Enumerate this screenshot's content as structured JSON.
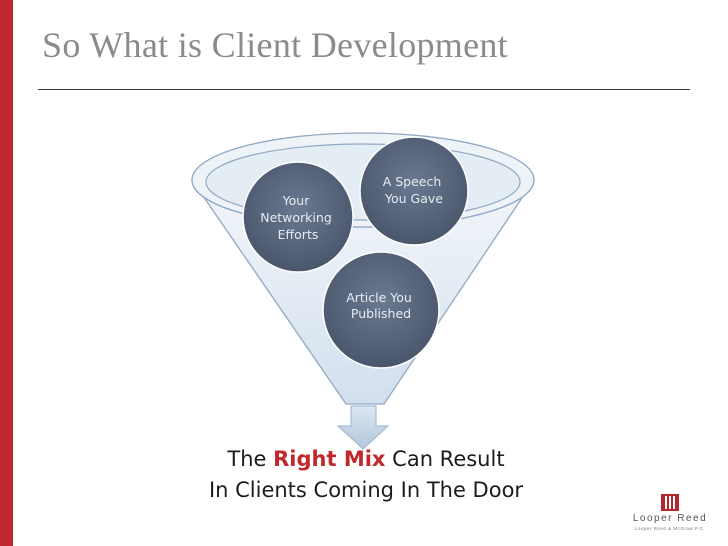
{
  "slide": {
    "title": "So What is Client Development"
  },
  "funnel": {
    "circles": [
      {
        "lines": [
          "A Speech",
          "You Gave"
        ]
      },
      {
        "lines": [
          "Your",
          "Networking",
          "Efforts"
        ]
      },
      {
        "lines": [
          "Article You",
          "Published"
        ]
      }
    ],
    "caption": {
      "line1_pre": "The ",
      "line1_highlight": "Right Mix",
      "line1_post": " Can Result",
      "line2": "In Clients Coming In The Door"
    }
  },
  "logo": {
    "name": "Looper Reed",
    "subtitle": "Looper Reed & McGraw P.C."
  },
  "colors": {
    "accent": "#c0282d",
    "circle_fill": "#56647a",
    "funnel_fill": "#dde7f1"
  }
}
